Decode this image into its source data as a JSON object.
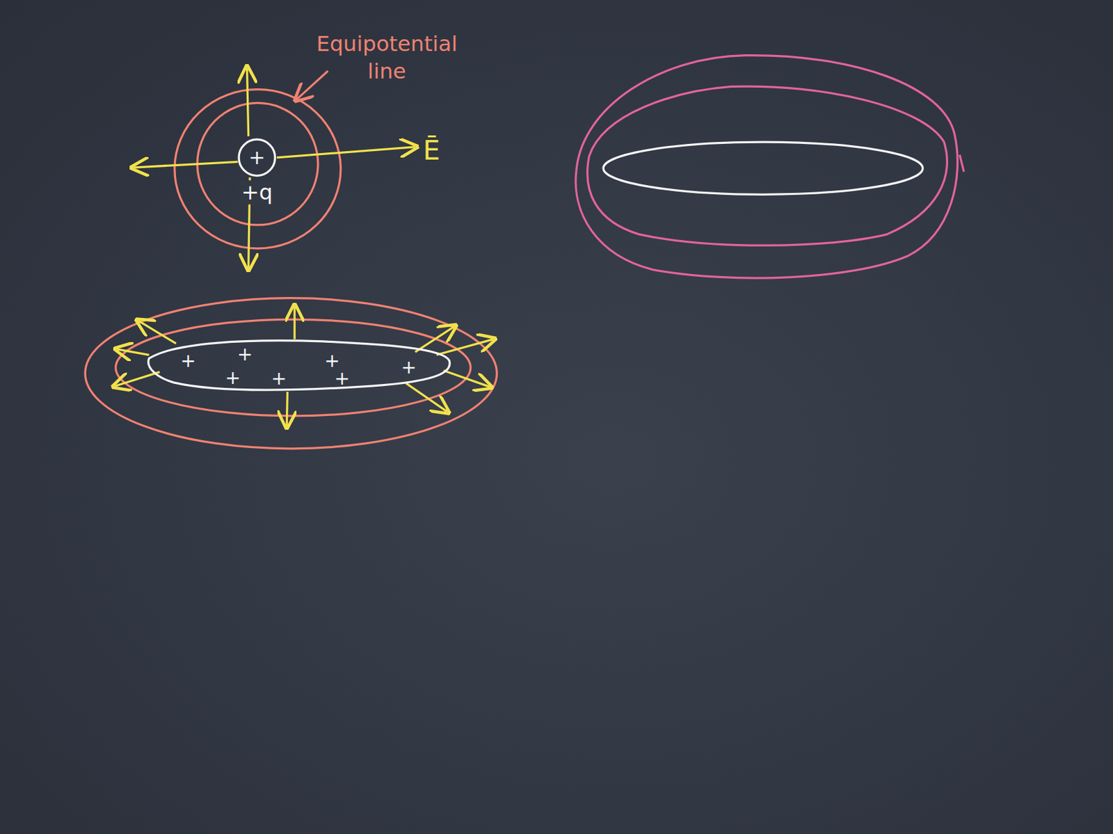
{
  "diagram": {
    "nodes": [
      {
        "text": [
          "+",
          "+q"
        ]
      },
      {
        "text": [
          "+",
          "+",
          "+",
          "+",
          "+",
          "+",
          "+"
        ]
      }
    ],
    "labels": [
      "Equipotential line",
      "Ē"
    ]
  }
}
